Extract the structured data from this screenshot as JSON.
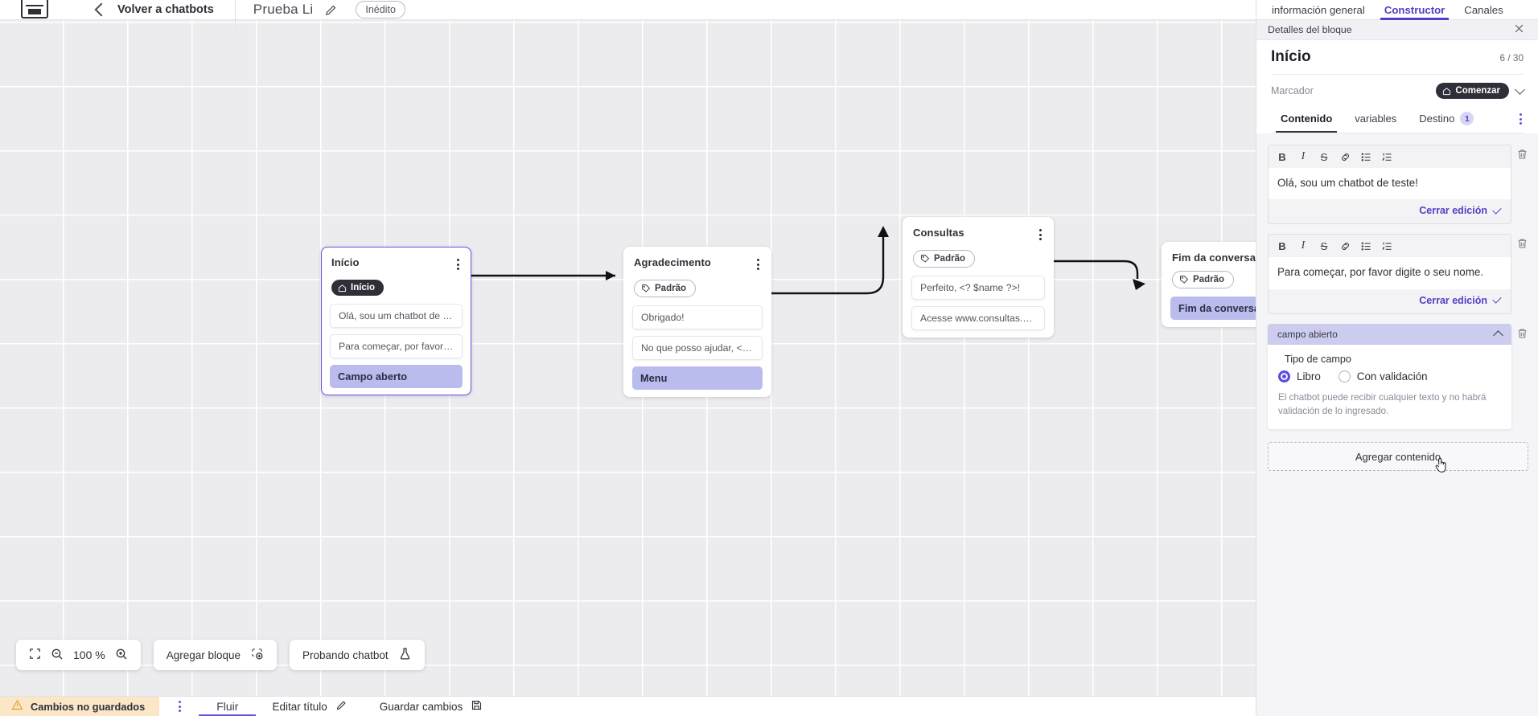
{
  "topbar": {
    "logo_icon": "app-logo-icon",
    "back_icon": "chevron-left-icon",
    "back_label": "Volver a chatbots",
    "bot_title": "Prueba Li",
    "edit_icon": "pencil-icon",
    "status_badge": "Inédito"
  },
  "canvas": {
    "zoom_level": "100 %",
    "fit_icon": "fit-screen-icon",
    "zoom_out_icon": "zoom-out-icon",
    "zoom_in_icon": "zoom-in-icon",
    "add_block_label": "Agregar bloque",
    "add_block_icon": "add-block-icon",
    "test_bot_label": "Probando chatbot",
    "test_bot_icon": "flask-icon",
    "nodes": [
      {
        "id": "inicio",
        "title": "Início",
        "tag": "Início",
        "tag_icon": "home-icon",
        "tag_style": "dark",
        "selected": true,
        "messages": [
          "Olá, sou um chatbot de teste!",
          "Para começar, por favor digite o ..."
        ],
        "action": "Campo aberto"
      },
      {
        "id": "agradecimento",
        "title": "Agradecimento",
        "tag": "Padrão",
        "tag_icon": "tag-icon",
        "tag_style": "light",
        "selected": false,
        "messages": [
          "Obrigado!",
          "No que posso ajudar, <? $name ..."
        ],
        "action": "Menu"
      },
      {
        "id": "consultas",
        "title": "Consultas",
        "tag": "Padrão",
        "tag_icon": "tag-icon",
        "tag_style": "light",
        "selected": false,
        "messages": [
          "Perfeito, <? $name ?>!",
          "Acesse www.consultas.com par..."
        ],
        "action": ""
      },
      {
        "id": "fim",
        "title": "Fim da conversa",
        "tag": "Padrão",
        "tag_icon": "tag-icon",
        "tag_style": "light",
        "selected": false,
        "messages": [],
        "action": "Fim da conversa"
      }
    ]
  },
  "bottombar": {
    "unsaved_label": "Cambios no guardados",
    "warning_icon": "warning-triangle-icon",
    "kebab_icon": "more-vertical-icon",
    "flow_tab": "Fluir",
    "edit_title_label": "Editar título",
    "edit_title_icon": "pencil-icon",
    "save_label": "Guardar cambios",
    "save_icon": "save-disk-icon"
  },
  "panel": {
    "tabs": [
      {
        "label": "información general",
        "active": false
      },
      {
        "label": "Constructor",
        "active": true
      },
      {
        "label": "Canales",
        "active": false
      }
    ],
    "detail_title": "Detalles del bloque",
    "close_icon": "close-icon",
    "block_name": "Início",
    "block_count": "6 / 30",
    "marker_label": "Marcador",
    "marker_pill": "Comenzar",
    "marker_pill_icon": "home-icon",
    "marker_chevron_icon": "chevron-down-icon",
    "subtabs": [
      {
        "label": "Contenido",
        "active": true,
        "badge": ""
      },
      {
        "label": "variables",
        "active": false,
        "badge": ""
      },
      {
        "label": "Destino",
        "active": false,
        "badge": "1"
      }
    ],
    "subtabs_kebab_icon": "more-vertical-icon",
    "editor_toolbar": [
      {
        "name": "bold-icon",
        "glyph": "B"
      },
      {
        "name": "italic-icon",
        "glyph": "I"
      },
      {
        "name": "strikethrough-icon",
        "glyph": "S"
      },
      {
        "name": "link-icon",
        "glyph": ""
      },
      {
        "name": "bullet-list-icon",
        "glyph": ""
      },
      {
        "name": "numbered-list-icon",
        "glyph": ""
      }
    ],
    "blocks": [
      {
        "text": "Olá, sou um chatbot de teste!",
        "close_label": "Cerrar edición"
      },
      {
        "text": "Para começar, por favor digite o seu nome.",
        "close_label": "Cerrar edición"
      }
    ],
    "field_card": {
      "header": "campo abierto",
      "collapse_icon": "chevron-up-icon",
      "delete_icon": "trash-icon",
      "type_label": "Tipo de campo",
      "options": [
        {
          "label": "Libro",
          "selected": true
        },
        {
          "label": "Con validación",
          "selected": false
        }
      ],
      "help_text": "El chatbot puede recibir cualquier texto y no habrá validación de lo ingresado."
    },
    "add_content_label": "Agregar contenido",
    "cursor_icon": "pointer-hand-cursor"
  },
  "colors": {
    "accent": "#4f3fc4",
    "action_chip": "#b9bced",
    "warning_bg": "#fbe6c8",
    "canvas_bg": "#ececef"
  }
}
